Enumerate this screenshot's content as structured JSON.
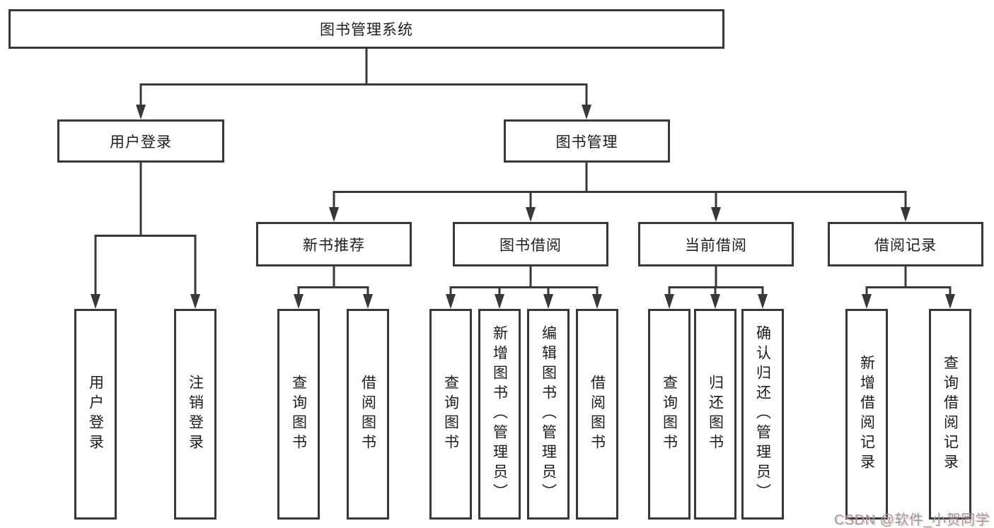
{
  "tree": {
    "root": {
      "label": "图书管理系统"
    },
    "branches": [
      {
        "label": "用户登录",
        "children": [
          {
            "label": "用户登录"
          },
          {
            "label": "注销登录"
          }
        ]
      },
      {
        "label": "图书管理",
        "children": [
          {
            "label": "新书推荐",
            "children": [
              {
                "label": "查询图书"
              },
              {
                "label": "借阅图书"
              }
            ]
          },
          {
            "label": "图书借阅",
            "children": [
              {
                "label": "查询图书"
              },
              {
                "label": "新增图书（管理员）"
              },
              {
                "label": "编辑图书（管理员）"
              },
              {
                "label": "借阅图书"
              }
            ]
          },
          {
            "label": "当前借阅",
            "children": [
              {
                "label": "查询图书"
              },
              {
                "label": "归还图书"
              },
              {
                "label": "确认归还（管理员）"
              }
            ]
          },
          {
            "label": "借阅记录",
            "children": [
              {
                "label": "新增借阅记录"
              },
              {
                "label": "查询借阅记录"
              }
            ]
          }
        ]
      }
    ]
  },
  "watermark": "CSDN @软件_小贺同学",
  "colors": {
    "line": "#383838",
    "text": "#1c1c1c",
    "watermark": "#9b9b9b",
    "background": "#ffffff"
  }
}
